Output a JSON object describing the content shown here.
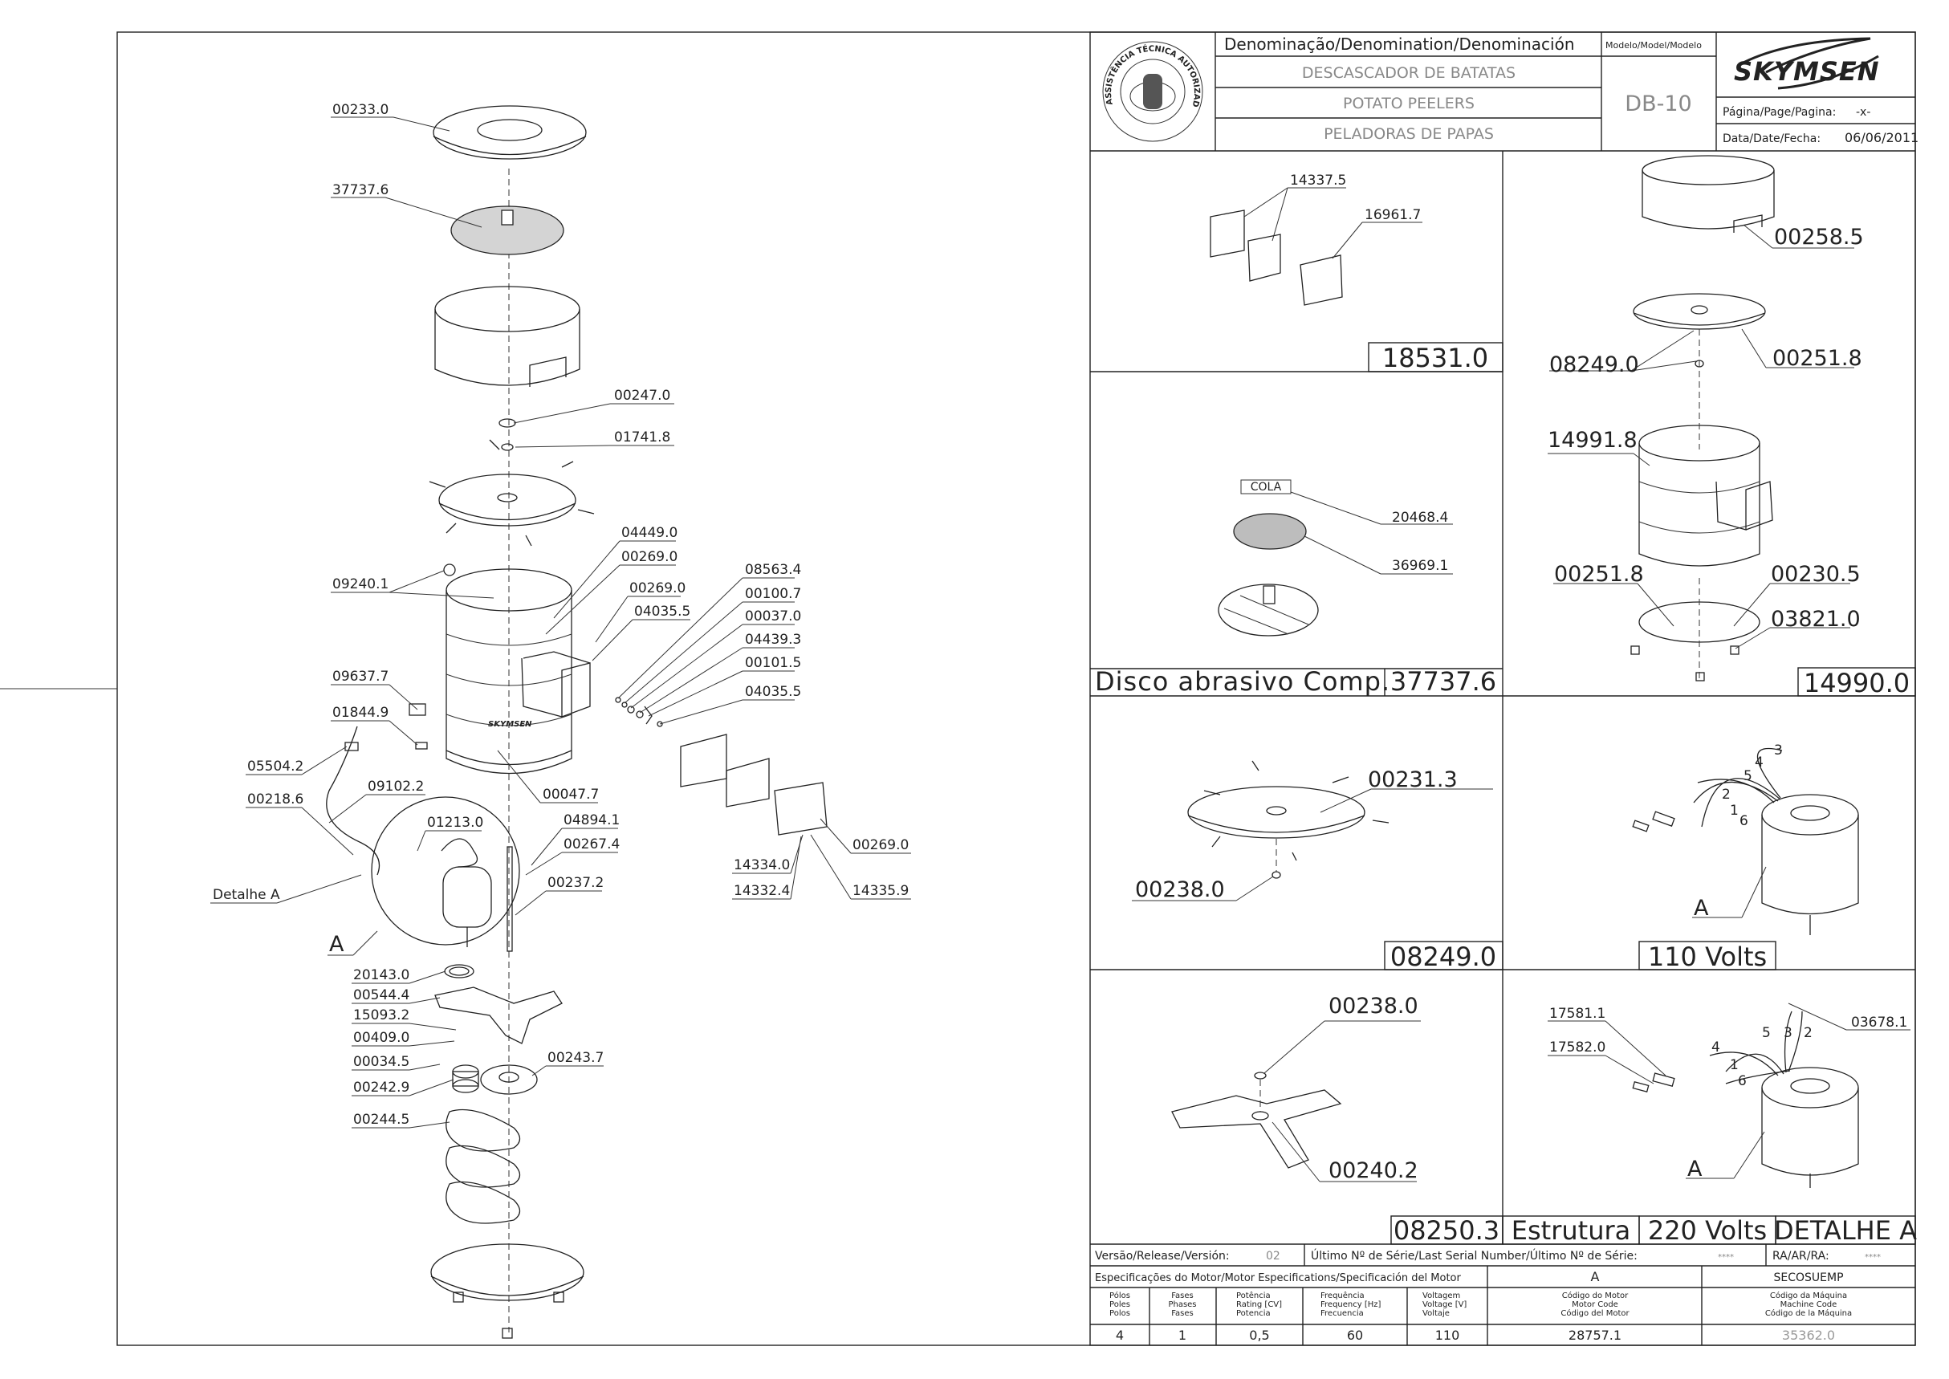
{
  "brand": "SKYMSEN",
  "seal_text": "ASSISTÊNCIA TÉCNICA AUTORIZADA",
  "title_block": {
    "denomination_header": "Denominação/Denomination/Denominación",
    "name_pt": "DESCASCADOR DE BATATAS",
    "name_en": "POTATO PEELERS",
    "name_es": "PELADORAS DE PAPAS",
    "model_header": "Modelo/Model/Modelo",
    "model": "DB-10",
    "page_label": "Página/Page/Pagina:",
    "page_value": "-x-",
    "date_label": "Data/Date/Fecha:",
    "date_value": "06/06/2011"
  },
  "main_parts": [
    "00233.0",
    "37737.6",
    "00247.0",
    "01741.8",
    "04449.0",
    "00269.0",
    "00269.0",
    "04035.5",
    "08563.4",
    "00100.7",
    "00037.0",
    "04439.3",
    "00101.5",
    "04035.5",
    "09240.1",
    "09637.7",
    "01844.9",
    "05504.2",
    "09102.2",
    "00218.6",
    "01213.0",
    "00047.7",
    "04894.1",
    "00267.4",
    "00237.2",
    "Detalhe A",
    "A",
    "20143.0",
    "00544.4",
    "15093.2",
    "00409.0",
    "00034.5",
    "00242.9",
    "00243.7",
    "00244.5",
    "14334.0",
    "14332.4",
    "14335.9",
    "00269.0"
  ],
  "cells": {
    "c1": {
      "parts": [
        "14337.5",
        "16961.7"
      ],
      "code": "18531.0"
    },
    "c2": {
      "parts": [
        "00258.5",
        "08249.0",
        "00251.8",
        "14991.8",
        "00251.8",
        "00230.5",
        "03821.0"
      ],
      "code": "14990.0"
    },
    "c3": {
      "note": "COLA",
      "parts": [
        "20468.4",
        "36969.1"
      ],
      "caption": "Disco abrasivo Comp.",
      "code": "37737.6"
    },
    "c5": {
      "parts": [
        "00231.3",
        "00238.0"
      ],
      "code": "08249.0"
    },
    "c6": {
      "wires": [
        "1",
        "2",
        "3",
        "4",
        "5",
        "6"
      ],
      "letter": "A",
      "caption": "110 Volts"
    },
    "c7": {
      "parts": [
        "00238.0",
        "00240.2"
      ],
      "code": "08250.3",
      "caption": "Estrutura"
    },
    "c8": {
      "parts": [
        "17581.1",
        "17582.0",
        "03678.1"
      ],
      "wires": [
        "1",
        "2",
        "3",
        "4",
        "5",
        "6"
      ],
      "letter": "A",
      "caption": "220 Volts",
      "caption2": "DETALHE A"
    }
  },
  "footer": {
    "version_label": "Versão/Release/Versión:",
    "version_value": "02",
    "serial_label": "Último Nº de Série/Last Serial Number/Último Nº de Série:",
    "serial_value": "****",
    "ra_label": "RA/AR/RA:",
    "ra_value": "****",
    "motor_spec_label": "Especificações do Motor/Motor Especifications/Specificación del Motor",
    "motor_letter": "A",
    "machine_name": "SECOSUEMP",
    "col_heads": [
      [
        "Pólos",
        "Poles",
        "Polos"
      ],
      [
        "Fases",
        "Phases",
        "Fases"
      ],
      [
        "Potência",
        "Rating [CV]",
        "Potencia"
      ],
      [
        "Frequência",
        "Frequency [Hz]",
        "Frecuencia"
      ],
      [
        "Voltagem",
        "Voltage [V]",
        "Voltaje"
      ],
      [
        "Código do Motor",
        "Motor Code",
        "Código del Motor"
      ],
      [
        "Código da Máquina",
        "Machine Code",
        "Código de la Máquina"
      ]
    ],
    "values": [
      "4",
      "1",
      "0,5",
      "60",
      "110",
      "28757.1",
      "35362.0"
    ]
  }
}
